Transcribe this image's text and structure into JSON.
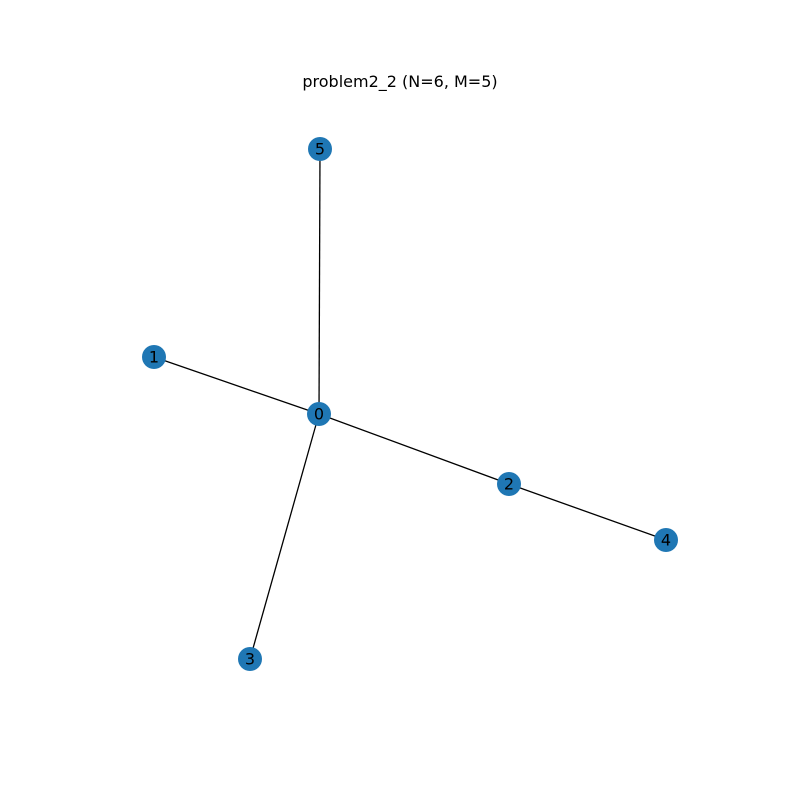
{
  "title": "problem2_2 (N=6, M=5)",
  "node_color": "#1f77b4",
  "edge_color": "#000000",
  "nodes": [
    {
      "id": "0",
      "label": "0"
    },
    {
      "id": "1",
      "label": "1"
    },
    {
      "id": "2",
      "label": "2"
    },
    {
      "id": "3",
      "label": "3"
    },
    {
      "id": "4",
      "label": "4"
    },
    {
      "id": "5",
      "label": "5"
    }
  ],
  "edges": [
    {
      "source": "0",
      "target": "5"
    },
    {
      "source": "0",
      "target": "1"
    },
    {
      "source": "0",
      "target": "2"
    },
    {
      "source": "0",
      "target": "3"
    },
    {
      "source": "2",
      "target": "4"
    }
  ]
}
